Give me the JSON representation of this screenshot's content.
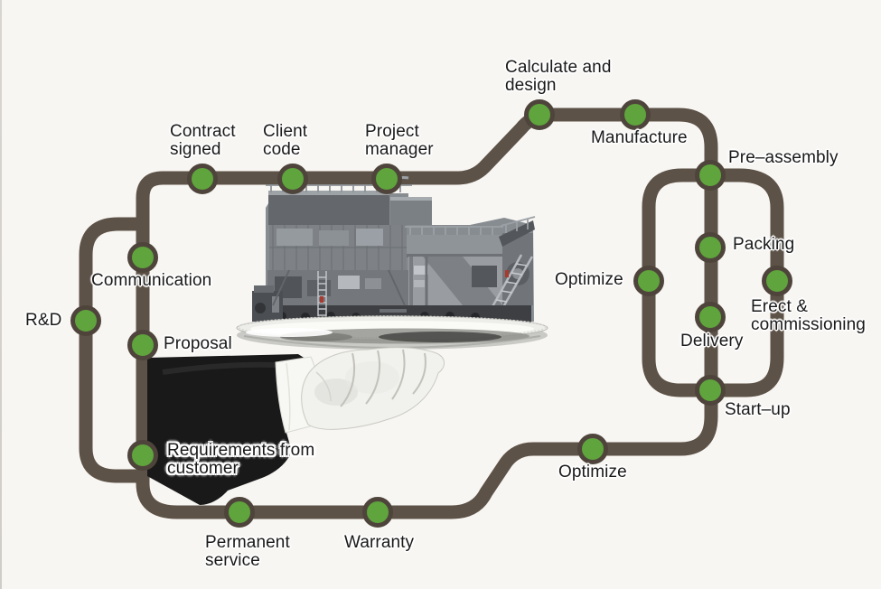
{
  "diagram": {
    "colors": {
      "background": "#f8f6f3",
      "route": "#5d5247",
      "node_fill": "#5fa43c",
      "node_ring": "#4e443b",
      "label_text": "#191919"
    },
    "illustration": {
      "name": "paper-machine-served-on-silver-tray-by-white-gloved-butler-hand"
    },
    "nodes": [
      {
        "id": "r-and-d",
        "label": "R&D"
      },
      {
        "id": "communication",
        "label": "Communication"
      },
      {
        "id": "proposal",
        "label": "Proposal"
      },
      {
        "id": "requirements-from-customer",
        "label": "Requirements from\ncustomer"
      },
      {
        "id": "contract-signed",
        "label": "Contract\nsigned"
      },
      {
        "id": "client-code",
        "label": "Client\ncode"
      },
      {
        "id": "project-manager",
        "label": "Project\nmanager"
      },
      {
        "id": "calculate-and-design",
        "label": "Calculate and\ndesign"
      },
      {
        "id": "manufacture",
        "label": "Manufacture"
      },
      {
        "id": "pre-assembly",
        "label": "Pre–assembly"
      },
      {
        "id": "packing",
        "label": "Packing"
      },
      {
        "id": "optimize-assembly",
        "label": "Optimize"
      },
      {
        "id": "erect-and-commissioning",
        "label": "Erect &\ncommissioning"
      },
      {
        "id": "delivery",
        "label": "Delivery"
      },
      {
        "id": "start-up",
        "label": "Start–up"
      },
      {
        "id": "optimize-service",
        "label": "Optimize"
      },
      {
        "id": "warranty",
        "label": "Warranty"
      },
      {
        "id": "permanent-service",
        "label": "Permanent\nservice"
      }
    ]
  }
}
